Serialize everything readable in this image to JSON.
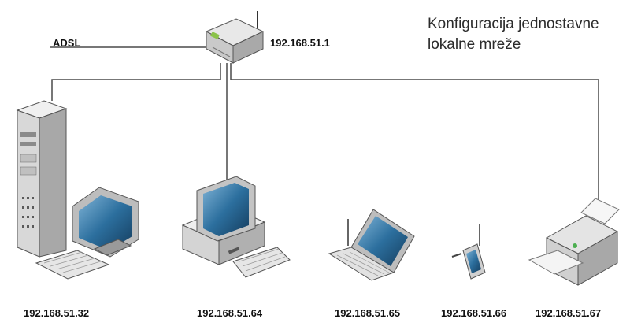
{
  "title": {
    "line1": "Konfiguracija jednostavne",
    "line2": "lokalne mreže"
  },
  "adsl_label": "ADSL",
  "router": {
    "ip": "192.168.51.1"
  },
  "devices": [
    {
      "ip": "192.168.51.32"
    },
    {
      "ip": "192.168.51.64"
    },
    {
      "ip": "192.168.51.65"
    },
    {
      "ip": "192.168.51.66"
    },
    {
      "ip": "192.168.51.67"
    }
  ],
  "colors": {
    "line": "#4a4a4a",
    "device_body": "#dcdcdc",
    "device_dark": "#7a7a7a",
    "screen": "#1f5d8a"
  }
}
